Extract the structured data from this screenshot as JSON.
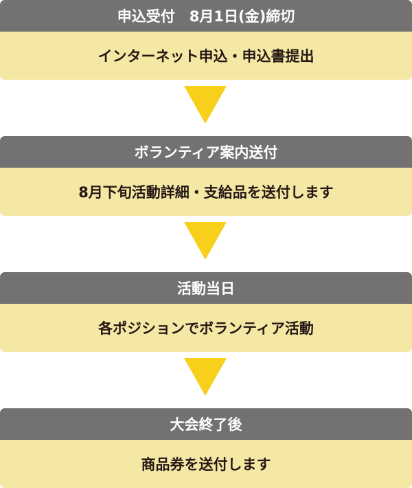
{
  "steps": [
    {
      "title": "申込受付　8月1日(金)締切",
      "detail": "インターネット申込・申込書提出"
    },
    {
      "title": "ボランティア案内送付",
      "detail": "8月下旬活動詳細・支給品を送付します"
    },
    {
      "title": "活動当日",
      "detail": "各ポジションでボランティア活動"
    },
    {
      "title": "大会終了後",
      "detail": "商品券を送付します"
    }
  ],
  "colors": {
    "header": "#727272",
    "body": "#f5e8a5",
    "arrow": "#f8cf1a"
  }
}
